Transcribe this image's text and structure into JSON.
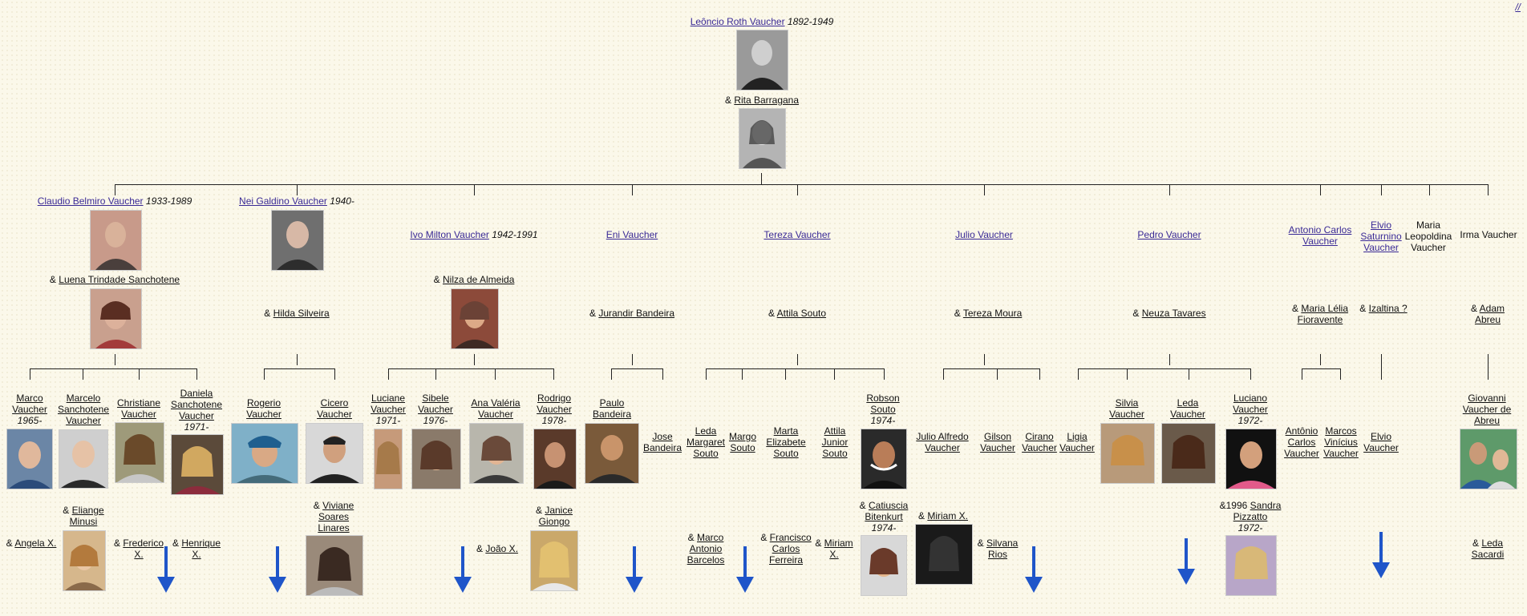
{
  "corner_link": "//",
  "root": {
    "name": "Leôncio Roth Vaucher",
    "years": "1892-1949",
    "spouse_prefix": "&",
    "spouse": "Rita Barragana"
  },
  "children": [
    {
      "name": "Claudio Belmiro Vaucher",
      "years": "1933-1989",
      "spouse": "Luena Trindade Sanchotene"
    },
    {
      "name": "Nei Galdino Vaucher",
      "years": "1940-",
      "spouse": "Hilda Silveira"
    },
    {
      "name": "Ivo Milton Vaucher",
      "years": "1942-1991",
      "spouse": "Nilza de Almeida"
    },
    {
      "name": "Eni Vaucher",
      "spouse": "Jurandir Bandeira"
    },
    {
      "name": "Tereza Vaucher",
      "spouse": "Attila Souto"
    },
    {
      "name": "Julio Vaucher",
      "spouse": "Tereza Moura"
    },
    {
      "name": "Pedro Vaucher",
      "spouse": "Neuza Tavares"
    },
    {
      "name": "Antonio Carlos Vaucher",
      "spouse": "Maria Lélia Fioravente"
    },
    {
      "name": "Elvio Saturnino Vaucher",
      "spouse": "Izaltina ?"
    },
    {
      "name": "Maria Leopoldina Vaucher"
    },
    {
      "name": "Irma Vaucher",
      "spouse": "Adam Abreu"
    }
  ],
  "grandchildren": [
    {
      "name": "Marco Vaucher",
      "years": "1965-",
      "spouse": "Angela X."
    },
    {
      "name": "Marcelo Sanchotene Vaucher",
      "spouse": "Eliange Minusi"
    },
    {
      "name": "Christiane Vaucher",
      "spouse": "Frederico X."
    },
    {
      "name": "Daniela Sanchotene Vaucher",
      "years": "1971-",
      "spouse": "Henrique X."
    },
    {
      "name": "Rogerio Vaucher"
    },
    {
      "name": "Cicero Vaucher",
      "spouse": "Viviane Soares Linares"
    },
    {
      "name": "Luciane Vaucher",
      "years": "1971-"
    },
    {
      "name": "Sibele Vaucher",
      "years": "1976-"
    },
    {
      "name": "Ana Valéria Vaucher",
      "spouse": "João X."
    },
    {
      "name": "Rodrigo Vaucher",
      "years": "1978-",
      "spouse": "Janice Giongo"
    },
    {
      "name": "Paulo Bandeira"
    },
    {
      "name": "Jose Bandeira"
    },
    {
      "name": "Leda Margaret Souto",
      "spouse": "Marco Antonio Barcelos"
    },
    {
      "name": "Margo Souto"
    },
    {
      "name": "Marta Elizabete Souto",
      "spouse": "Francisco Carlos Ferreira"
    },
    {
      "name": "Attila Junior Souto",
      "spouse": "Miriam X."
    },
    {
      "name": "Robson Souto",
      "years": "1974-",
      "spouse": "Catiuscia Bitenkurt",
      "spouse_years": "1974-"
    },
    {
      "name": "Julio Alfredo Vaucher",
      "spouse": "Miriam X."
    },
    {
      "name": "Gilson Vaucher",
      "spouse": "Silvana Rios"
    },
    {
      "name": "Cirano Vaucher"
    },
    {
      "name": "Ligia Vaucher"
    },
    {
      "name": "Silvia Vaucher"
    },
    {
      "name": "Leda Vaucher"
    },
    {
      "name": "Luciano Vaucher",
      "years": "1972-",
      "spouse_prefix": "&1996",
      "spouse": "Sandra Pizzatto",
      "spouse_years": "1972-"
    },
    {
      "name": "Antônio Carlos Vaucher"
    },
    {
      "name": "Marcos Vinícius Vaucher"
    },
    {
      "name": "Elvio Vaucher"
    },
    {
      "name": "Giovanni Vaucher de Abreu",
      "spouse": "Leda Sacardi"
    }
  ],
  "amp": "&"
}
